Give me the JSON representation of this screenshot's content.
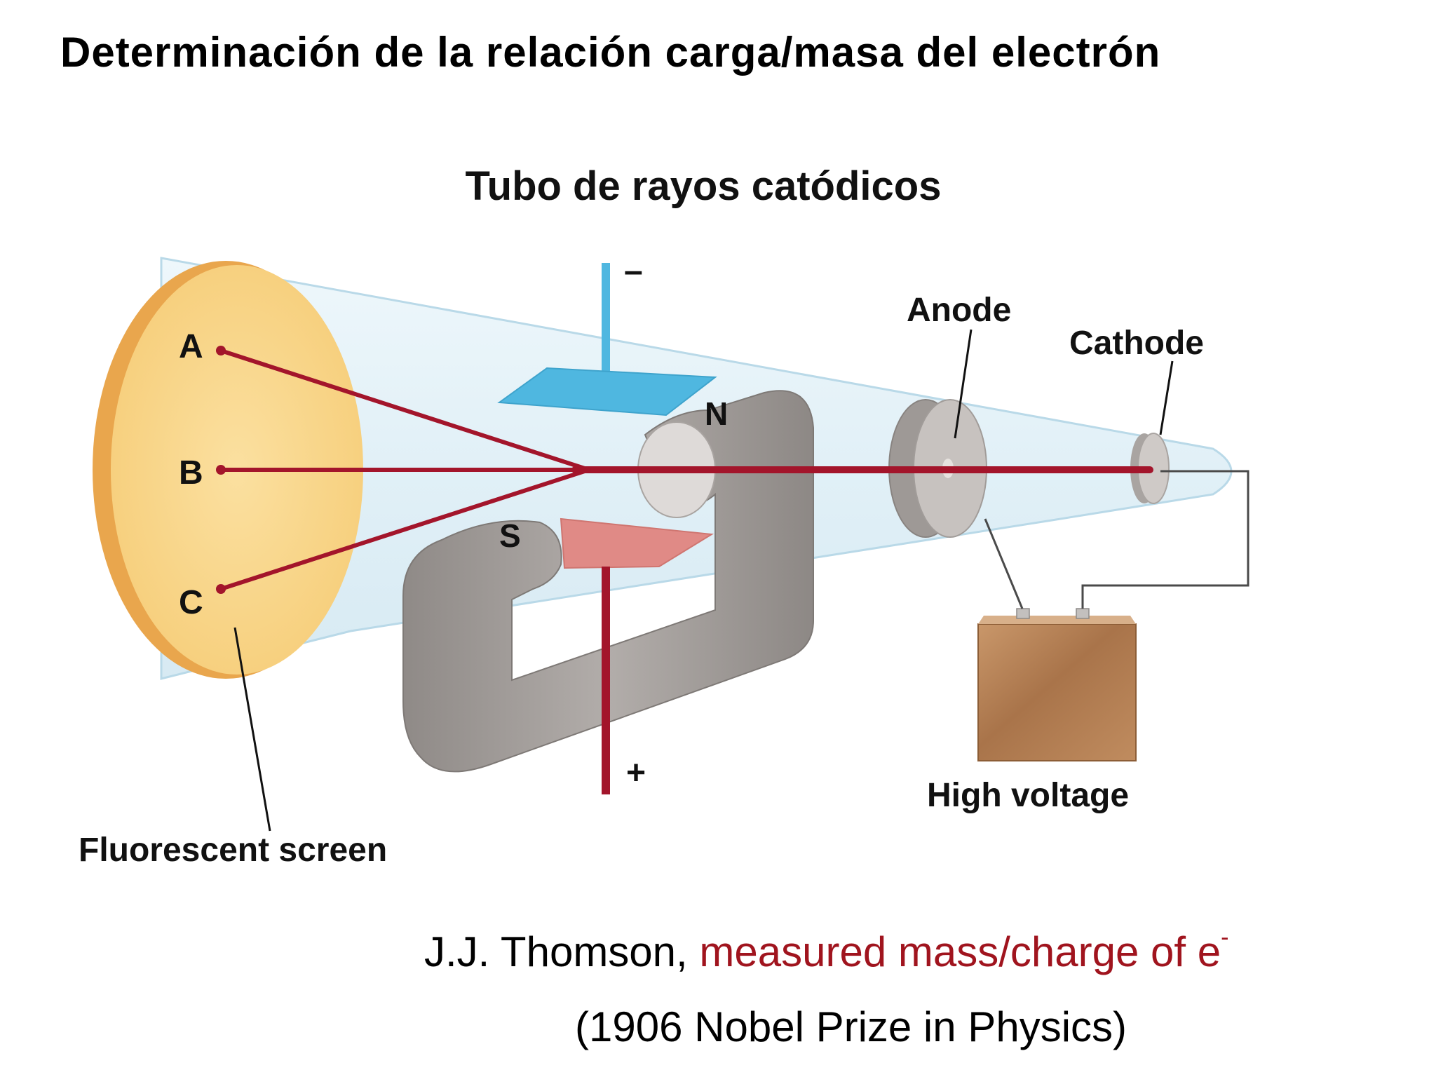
{
  "slide": {
    "title": "Determinación de la relación carga/masa del electrón"
  },
  "diagram": {
    "title": "Tubo de rayos catódicos",
    "labels": {
      "point_a": "A",
      "point_b": "B",
      "point_c": "C",
      "minus": "–",
      "plus": "+",
      "north": "N",
      "south": "S",
      "anode": "Anode",
      "cathode": "Cathode",
      "high_voltage": "High voltage",
      "fluorescent_screen": "Fluorescent screen"
    },
    "colors": {
      "beam": "#a3152b",
      "negative_plate": "#4fb7e0",
      "positive_plate": "#e08a86",
      "screen": "#f7d283",
      "magnet": "#a29d9a",
      "battery": "#b07a4e"
    }
  },
  "footer": {
    "line1_prefix": "J.J. Thomson, ",
    "line1_accent": "measured mass/charge of e",
    "line1_sup": "-",
    "line2": "(1906 Nobel Prize in Physics)"
  }
}
